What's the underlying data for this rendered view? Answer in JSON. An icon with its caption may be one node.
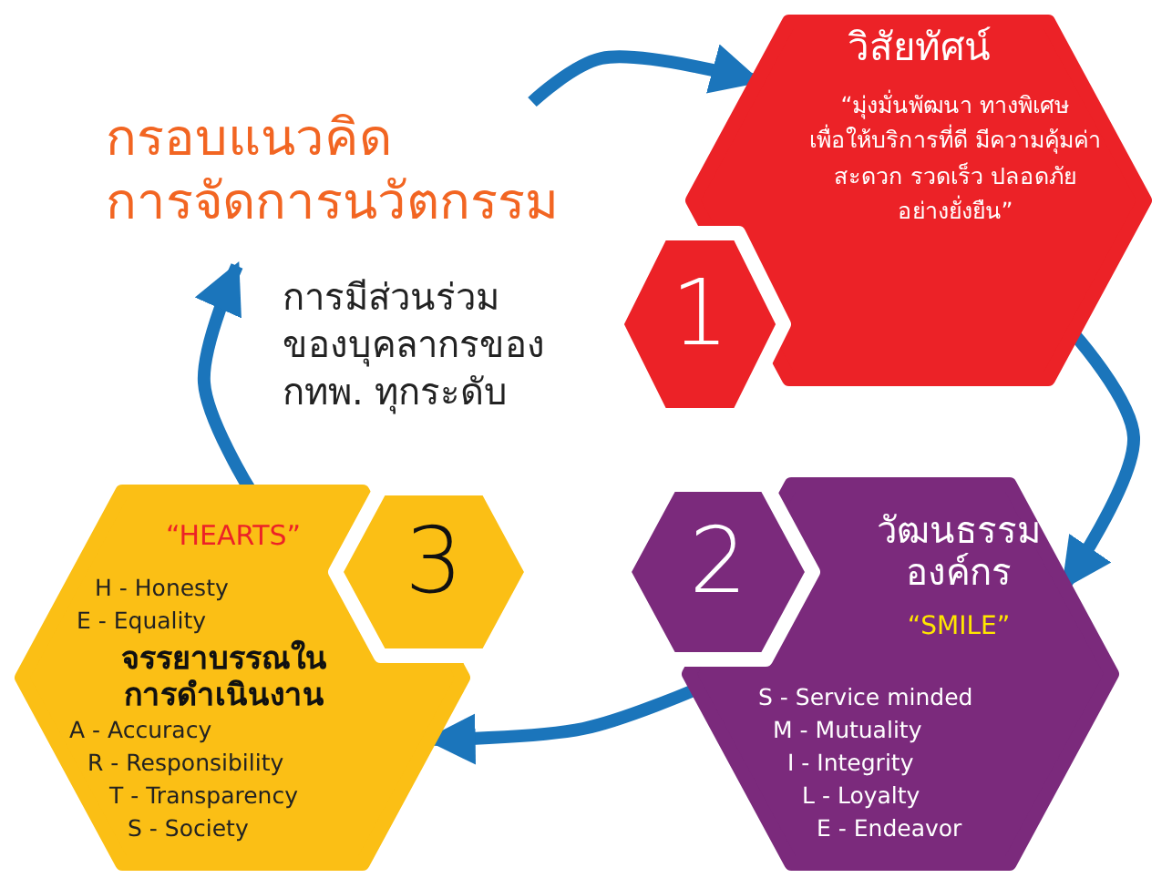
{
  "diagram": {
    "title": "กรอบแนวคิด การจัดการนวัตกรรม",
    "nodes": [
      {
        "text": [
          "วิสัยทัศน์",
          "“มุ่งมั่นพัฒนา ทางพิเศษ เพื่อให้บริการที่ดี มีความคุ้มค่า สะดวก รวดเร็ว ปลอดภัย อย่างยั่งยืน”"
        ]
      },
      {
        "text": [
          "1"
        ]
      },
      {
        "text": [
          "วัฒนธรรม องค์กร",
          "“SMILE”",
          "S - Service minded",
          "M - Mutuality",
          "I - Integrity",
          "L - Loyalty",
          "E - Endeavor"
        ]
      },
      {
        "text": [
          "2"
        ]
      },
      {
        "text": [
          "“HEARTS”",
          "H - Honesty",
          "E - Equality",
          "จรรยาบรรณใน การดำเนินงาน",
          "A - Accuracy",
          "R - Responsibility",
          "T - Transparency",
          "S - Society"
        ]
      },
      {
        "text": [
          "3"
        ]
      }
    ],
    "edges": [
      {
        "from": null,
        "to": 0,
        "arrow": "to"
      },
      {
        "from": 0,
        "to": 2,
        "arrow": "to"
      },
      {
        "from": 2,
        "to": 4,
        "arrow": "to"
      },
      {
        "from": 4,
        "to": null,
        "arrow": "to"
      }
    ],
    "labels": [
      "การมีส่วนร่วม ของบุคลากรของ กทพ. ทุกระดับ"
    ]
  }
}
